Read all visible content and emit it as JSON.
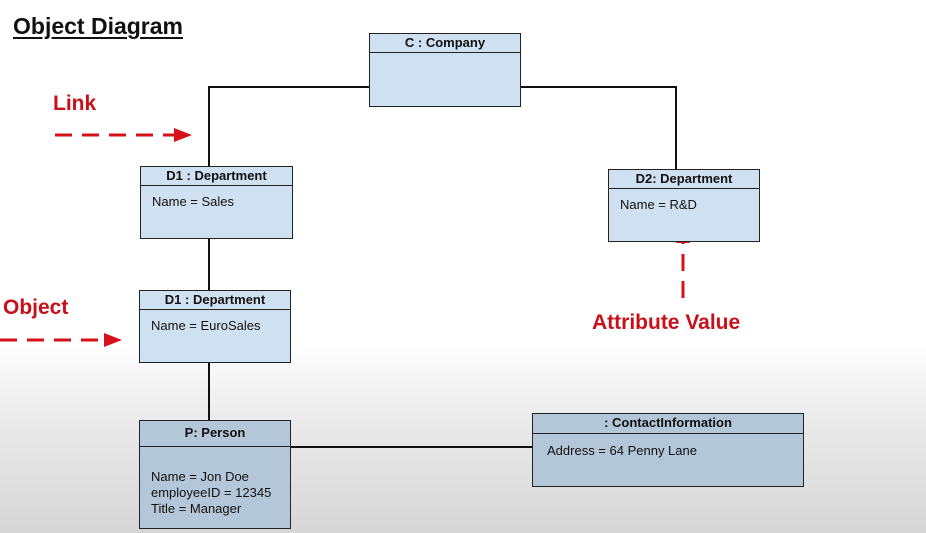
{
  "title": "Object Diagram",
  "objects": {
    "company": {
      "header": "C : Company",
      "attributes": []
    },
    "d1_sales": {
      "header": "D1 : Department",
      "attributes": [
        "Name = Sales"
      ]
    },
    "d2": {
      "header": "D2: Department",
      "attributes": [
        "Name = R&D"
      ]
    },
    "d1_eurosales": {
      "header": "D1 : Department",
      "attributes": [
        "Name = EuroSales"
      ]
    },
    "person": {
      "header": "P: Person",
      "attributes": [
        "Name = Jon Doe",
        "employeeID = 12345",
        "Title = Manager"
      ]
    },
    "contact": {
      "header": ": ContactInformation",
      "attributes": [
        "Address = 64 Penny Lane"
      ]
    }
  },
  "annotations": {
    "link": "Link",
    "object": "Object",
    "attribute_value": "Attribute Value"
  },
  "colors": {
    "annotation": "#c8101a",
    "box_fill_light": "#cfe0f0",
    "box_fill_dark": "#b4c7d9",
    "line": "#111111"
  }
}
